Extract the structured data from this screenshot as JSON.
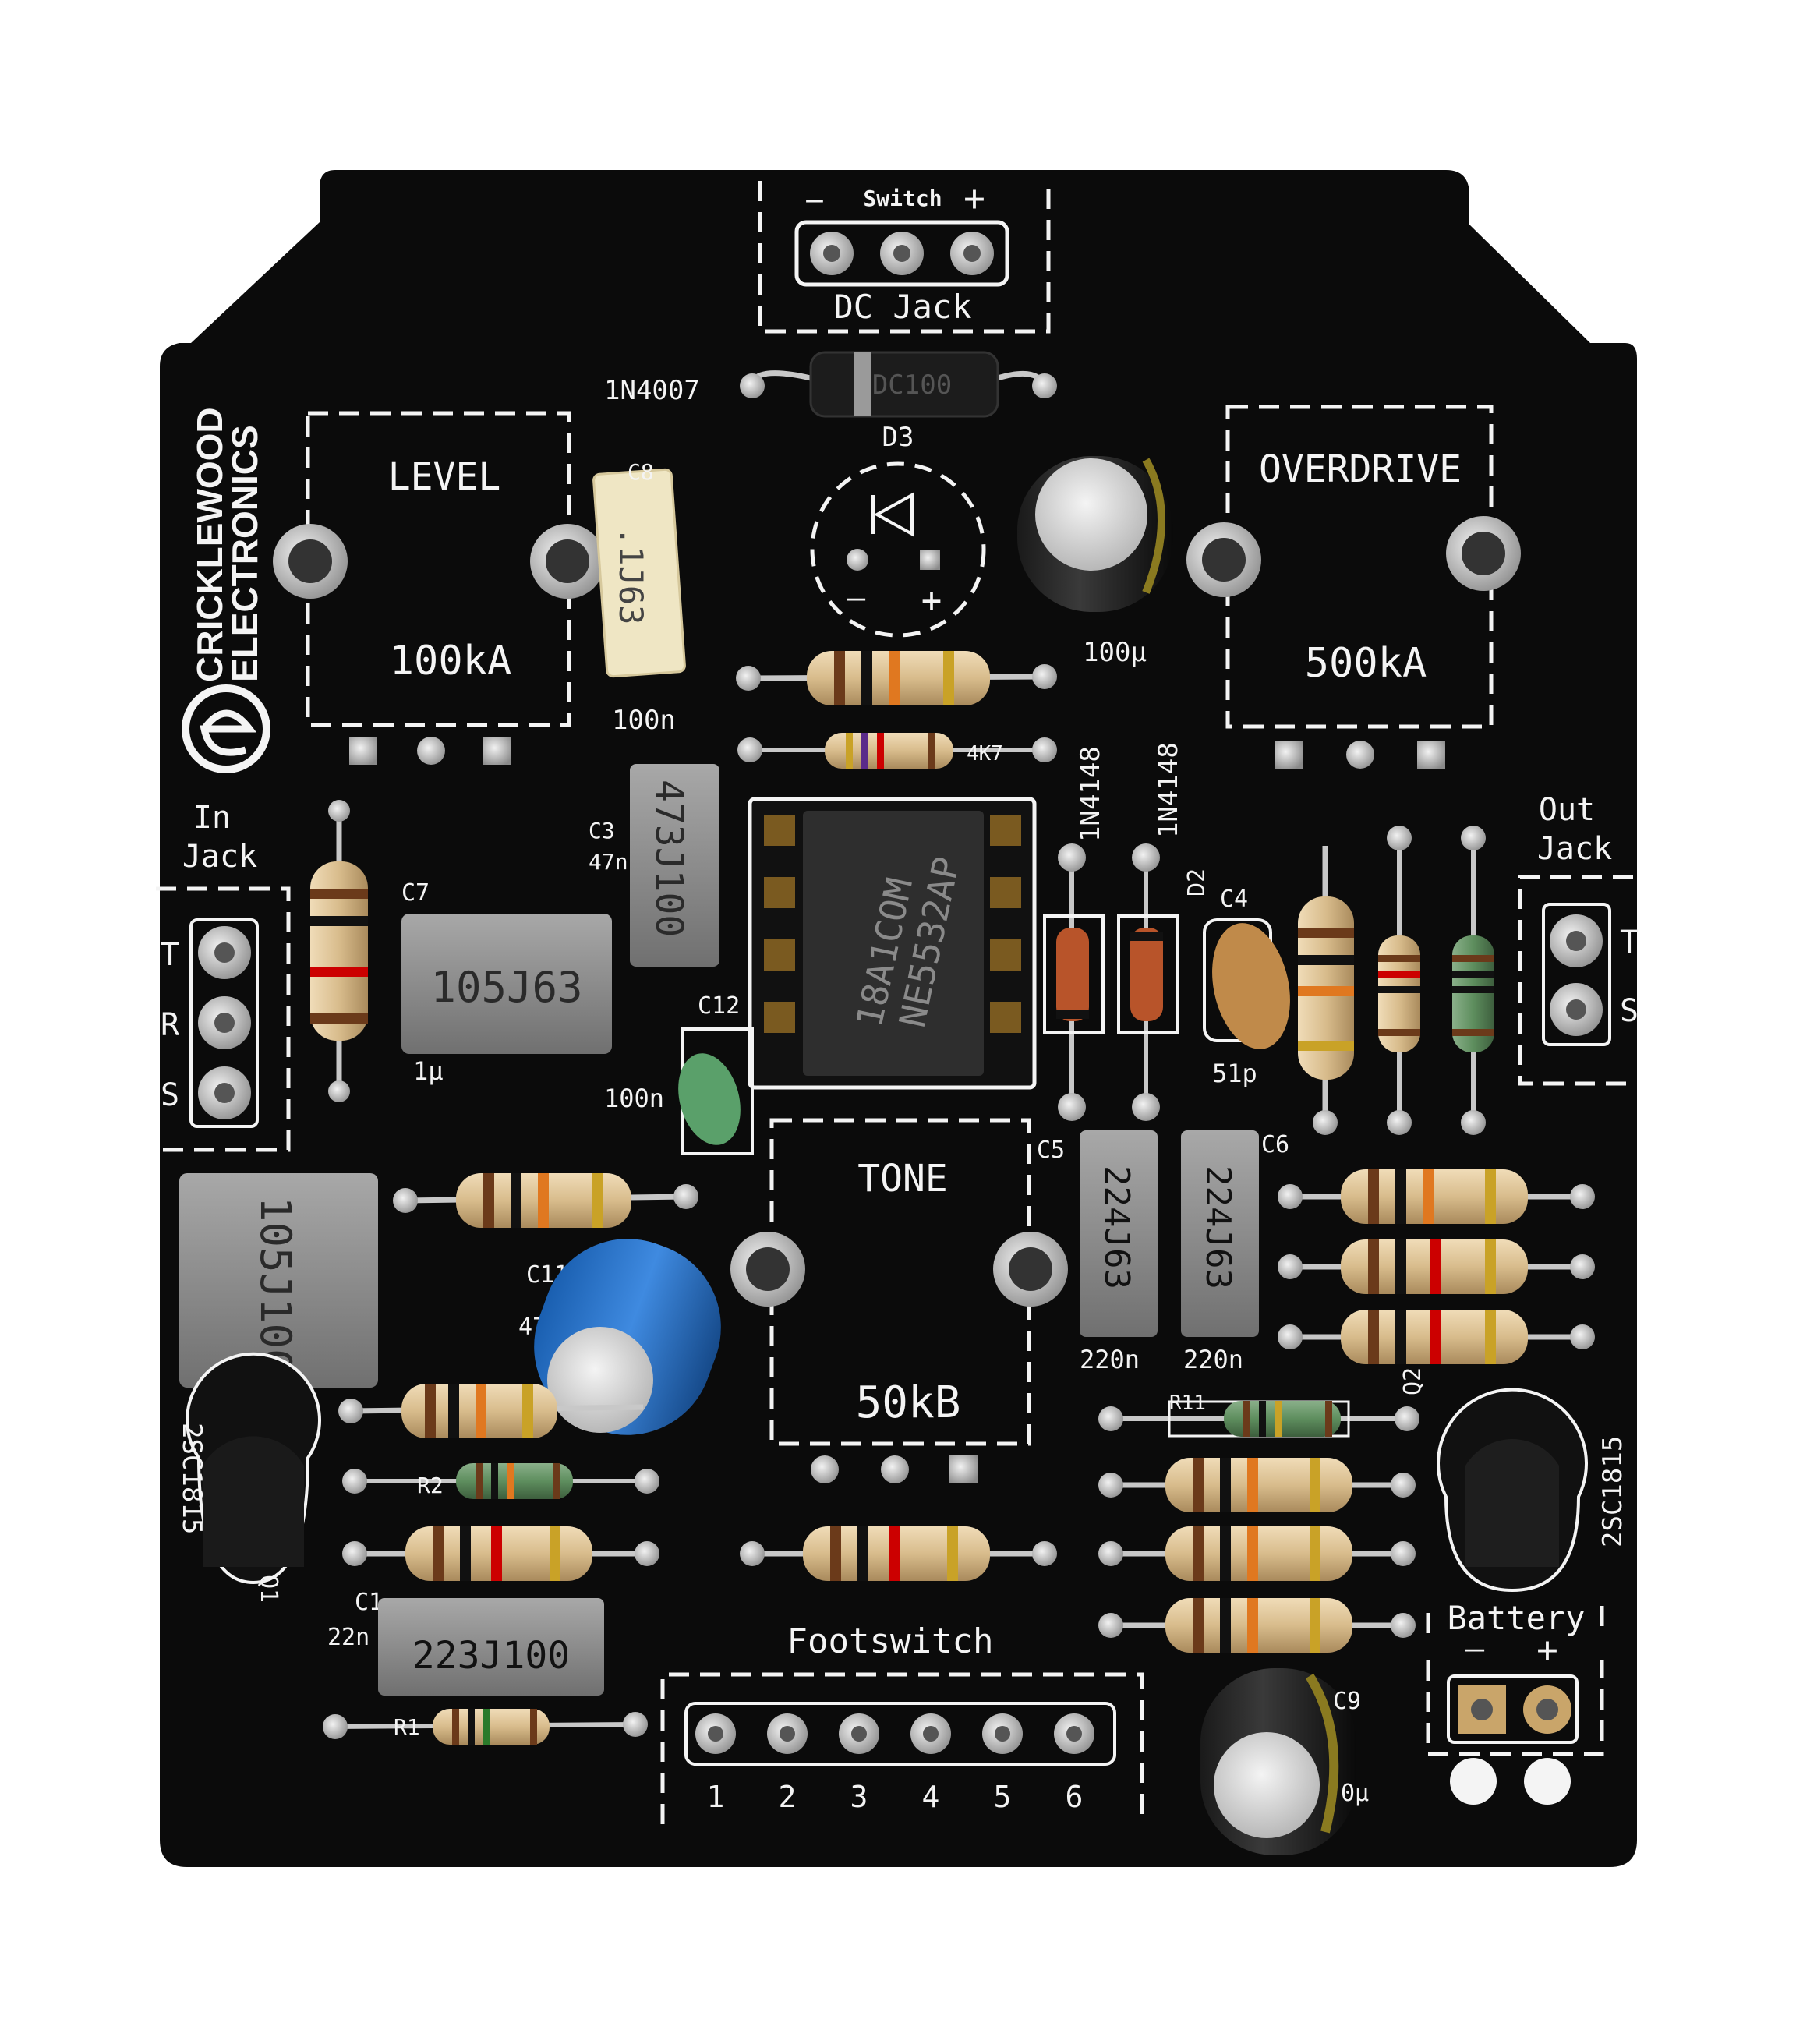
{
  "board": {
    "brand_line1": "CRICKLEWOOD",
    "brand_line2": "ELECTRONICS",
    "colors": {
      "pcb": "#0b0b0b",
      "silk": "#f4f4f4",
      "pad": "#bdbdbd",
      "background": "#ffffff"
    }
  },
  "dc_jack": {
    "title": "DC Jack",
    "switch_label": "Switch",
    "minus": "—",
    "plus": "+"
  },
  "diode_d3": {
    "part": "1N4007",
    "ref": "D3"
  },
  "led": {
    "minus": "–",
    "plus": "+"
  },
  "pots": {
    "level": {
      "name": "LEVEL",
      "value": "100kA"
    },
    "overdrive": {
      "name": "OVERDRIVE",
      "value": "500kA"
    },
    "tone": {
      "name": "TONE",
      "value": "50kB"
    }
  },
  "jacks": {
    "in": {
      "title_line1": "In",
      "title_line2": "Jack",
      "pins": [
        "T",
        "R",
        "S"
      ]
    },
    "out": {
      "title_line1": "Out",
      "title_line2": "Jack",
      "pins": [
        "T",
        "S"
      ]
    }
  },
  "ic": {
    "line1": "18A1COM",
    "line2": "NE5532AP"
  },
  "capacitors": {
    "c8": {
      "ref": "C8",
      "marking": ".1J63",
      "value": "100n"
    },
    "c_100u_top": {
      "value": "100μ"
    },
    "c_473": {
      "ref": "C3",
      "marking": "473J100",
      "value": "47n"
    },
    "c7": {
      "ref": "C7",
      "marking": "105J63",
      "value": "1μ"
    },
    "c12": {
      "ref": "C12",
      "value": "100n"
    },
    "c_big": {
      "marking": "105J100"
    },
    "c11": {
      "ref": "C11",
      "value": "47"
    },
    "c4": {
      "ref": "C4",
      "value": "51p"
    },
    "c5": {
      "ref": "C5",
      "marking": "224J63",
      "value": "220n"
    },
    "c6": {
      "ref": "C6",
      "marking": "224J63",
      "value": "220n"
    },
    "c1": {
      "ref": "C1",
      "marking": "223J100",
      "value": "22n"
    },
    "c9": {
      "ref": "C9",
      "value": "0μ"
    }
  },
  "diodes": {
    "d1": {
      "part": "1N4148"
    },
    "d2": {
      "part": "1N4148",
      "ref": "D2"
    }
  },
  "transistors": {
    "q1": {
      "part": "2SC1815",
      "ref": "Q1"
    },
    "q2": {
      "part": "2SC1815",
      "ref": "Q2"
    }
  },
  "footswitch": {
    "title": "Footswitch",
    "pins": [
      "1",
      "2",
      "3",
      "4",
      "5",
      "6"
    ]
  },
  "battery": {
    "title": "Battery",
    "minus": "–",
    "plus": "+"
  },
  "resistor_refs": {
    "r1": "R1",
    "r2": "R2",
    "r11": "R11",
    "r4k7": "4K7"
  }
}
